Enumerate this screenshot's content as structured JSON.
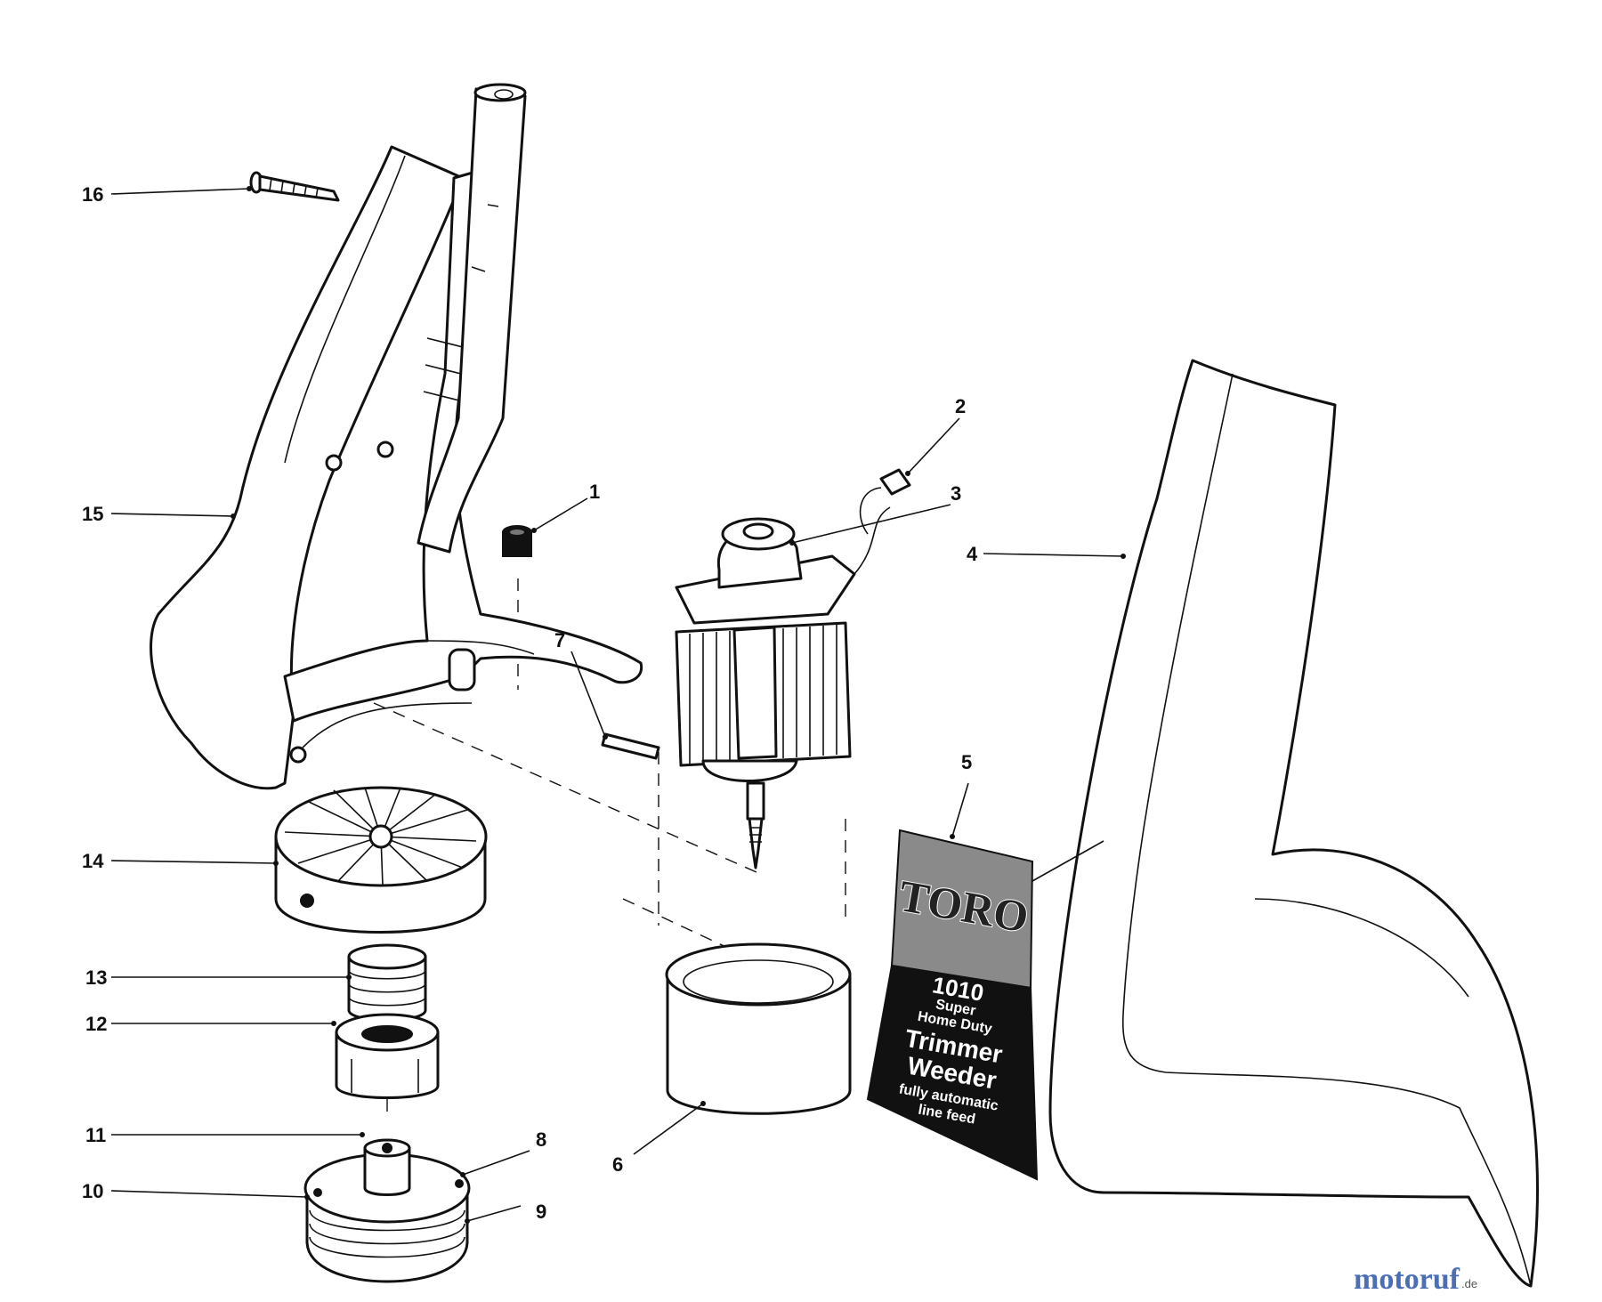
{
  "diagram": {
    "callouts": {
      "c1": "1",
      "c2": "2",
      "c3": "3",
      "c4": "4",
      "c5": "5",
      "c6": "6",
      "c7": "7",
      "c8": "8",
      "c9": "9",
      "c10": "10",
      "c11": "11",
      "c12": "12",
      "c13": "13",
      "c14": "14",
      "c15": "15",
      "c16": "16"
    },
    "decal": {
      "brand": "TORO",
      "model": "1010",
      "line1": "Super",
      "line2": "Home Duty",
      "line3": "Trimmer",
      "line4": "Weeder",
      "line5": "fully automatic",
      "line6": "line feed"
    },
    "watermark": {
      "name": "motoruf",
      "suffix": ".de"
    }
  }
}
